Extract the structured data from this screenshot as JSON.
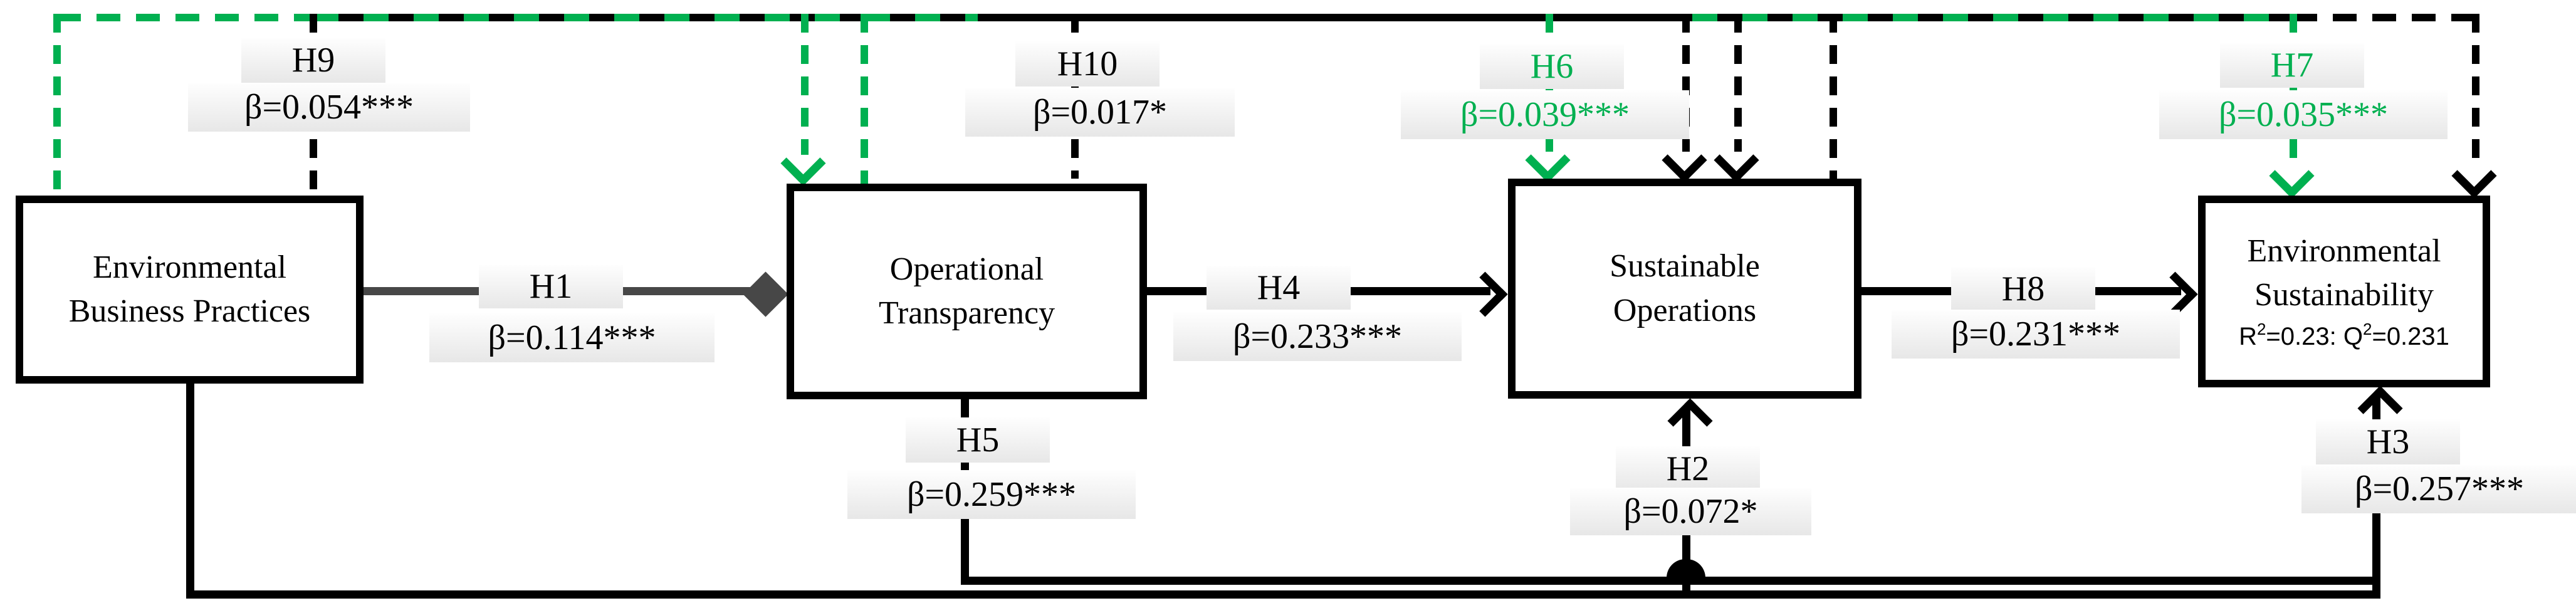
{
  "diagram": {
    "title": "Structural model with path coefficients",
    "type": "sem-path-model"
  },
  "nodes": {
    "ebp": {
      "line1": "Environmental",
      "line2": "Business Practices"
    },
    "ot": {
      "line1": "Operational",
      "line2": "Transparency"
    },
    "so": {
      "line1": "Sustainable",
      "line2": "Operations"
    },
    "es": {
      "line1": "Environmental",
      "line2": "Sustainability",
      "r2_prefix": "R",
      "r2_sup": "2",
      "r2_mid": "=0.23: Q",
      "q2_sup": "2",
      "q2_val": "=0.231"
    }
  },
  "paths": {
    "h1": {
      "id": "H1",
      "beta": "β=0.114***",
      "from": "Environmental Business Practices",
      "to": "Operational Transparency",
      "style": "solid",
      "color": "#474747"
    },
    "h2": {
      "id": "H2",
      "beta": "β=0.072*",
      "from": "Environmental Business Practices",
      "to": "Sustainable Operations",
      "style": "solid",
      "color": "#000000"
    },
    "h3": {
      "id": "H3",
      "beta": "β=0.257***",
      "from": "Environmental Business Practices",
      "to": "Environmental Sustainability",
      "style": "solid",
      "color": "#000000"
    },
    "h4": {
      "id": "H4",
      "beta": "β=0.233***",
      "from": "Operational Transparency",
      "to": "Sustainable Operations",
      "style": "solid",
      "color": "#000000"
    },
    "h5": {
      "id": "H5",
      "beta": "β=0.259***",
      "from": "Operational Transparency",
      "to": "Environmental Sustainability",
      "style": "solid",
      "color": "#000000"
    },
    "h6": {
      "id": "H6",
      "beta": "β=0.039***",
      "to": "Sustainable Operations",
      "style": "dashed",
      "color": "#00B050"
    },
    "h7": {
      "id": "H7",
      "beta": "β=0.035***",
      "to": "Environmental Sustainability",
      "style": "dashed",
      "color": "#00B050"
    },
    "h8": {
      "id": "H8",
      "beta": "β=0.231***",
      "from": "Sustainable Operations",
      "to": "Environmental Sustainability",
      "style": "solid",
      "color": "#000000"
    },
    "h9": {
      "id": "H9",
      "beta": "β=0.054***",
      "from": "Environmental Business Practices",
      "style": "dashed",
      "color": "#000000"
    },
    "h10": {
      "id": "H10",
      "beta": "β=0.017*",
      "from": "Operational Transparency",
      "style": "dashed",
      "color": "#000000"
    }
  },
  "colors": {
    "significant_green": "#00B050",
    "black": "#000000",
    "h1_arrow_gray": "#474747",
    "label_bg_top": "#fefefe",
    "label_bg_bottom": "#e7e7e7"
  }
}
